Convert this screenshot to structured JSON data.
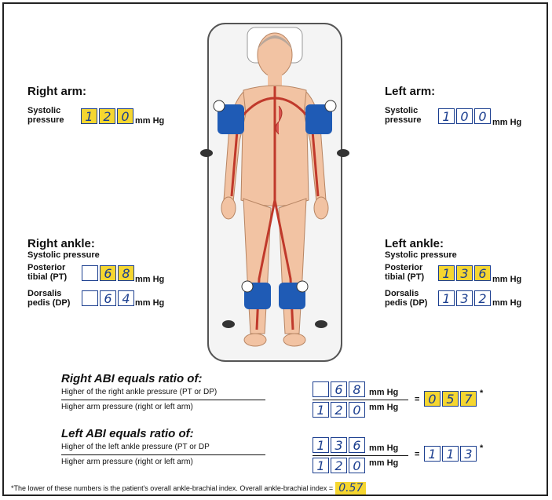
{
  "right_arm": {
    "title": "Right arm:",
    "label_line1": "Systolic",
    "label_line2": "pressure",
    "digits": [
      "1",
      "2",
      "0"
    ],
    "unit": "mm Hg"
  },
  "left_arm": {
    "title": "Left arm:",
    "label_line1": "Systolic",
    "label_line2": "pressure",
    "digits": [
      "1",
      "0",
      "0"
    ],
    "unit": "mm Hg"
  },
  "right_ankle": {
    "title": "Right ankle:",
    "subtitle": "Systolic pressure",
    "pt": {
      "label_line1": "Posterior",
      "label_line2": "tibial (PT)",
      "digits": [
        "",
        "6",
        "8"
      ],
      "unit": "mm Hg"
    },
    "dp": {
      "label_line1": "Dorsalis",
      "label_line2": "pedis (DP)",
      "digits": [
        "",
        "6",
        "4"
      ],
      "unit": "mm Hg"
    }
  },
  "left_ankle": {
    "title": "Left ankle:",
    "subtitle": "Systolic pressure",
    "pt": {
      "label_line1": "Posterior",
      "label_line2": "tibial (PT)",
      "digits": [
        "1",
        "3",
        "6"
      ],
      "unit": "mm Hg"
    },
    "dp": {
      "label_line1": "Dorsalis",
      "label_line2": "pedis (DP)",
      "digits": [
        "1",
        "3",
        "2"
      ],
      "unit": "mm Hg"
    }
  },
  "right_abi": {
    "title": "Right ABI equals ratio of:",
    "numerator": "Higher of the right ankle pressure (PT or DP)",
    "denominator": "Higher arm pressure (right or left arm)",
    "num_digits": [
      "",
      "6",
      "8"
    ],
    "den_digits": [
      "1",
      "2",
      "0"
    ],
    "unit": "mm Hg",
    "equals": "=",
    "result": [
      "0",
      "5",
      "7"
    ],
    "mark": "*"
  },
  "left_abi": {
    "title": "Left ABI equals ratio of:",
    "numerator": "Higher of the left ankle pressure (PT or DP",
    "denominator": "Higher arm pressure (right or left arm)",
    "num_digits": [
      "1",
      "3",
      "6"
    ],
    "den_digits": [
      "1",
      "2",
      "0"
    ],
    "unit": "mm Hg",
    "equals": "=",
    "result": [
      "1",
      "1",
      "3"
    ],
    "mark": "*"
  },
  "footnote": {
    "text": "*The lower of these numbers is the patient's overall ankle-brachial index. Overall ankle-brachial index =",
    "value": "0.57"
  },
  "colors": {
    "highlight": "#f5d630",
    "ink": "#1b3e8f",
    "cuff": "#1f5bb5"
  }
}
